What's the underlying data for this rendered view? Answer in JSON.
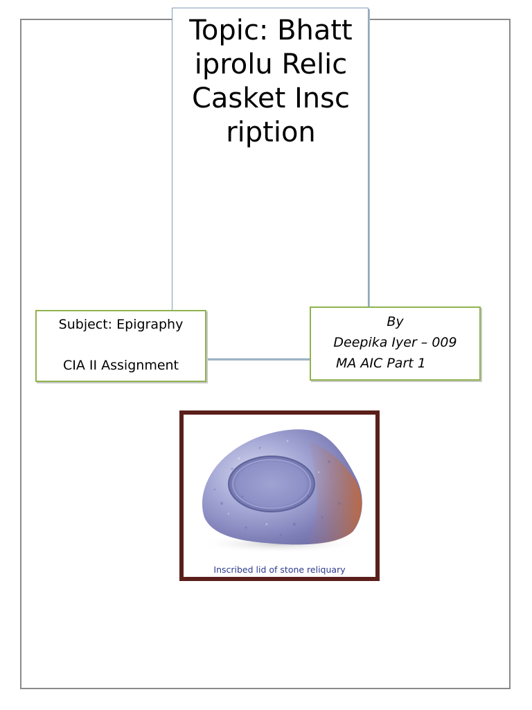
{
  "title": {
    "text": "Topic: Bhattiprolu Relic Casket Inscription"
  },
  "subject_box": {
    "subject": "Subject: Epigraphy",
    "assignment": "CIA II Assignment"
  },
  "author_box": {
    "by": "By",
    "name": "Deepika Iyer – 009",
    "course": "MA AIC Part 1"
  },
  "figure": {
    "caption": "Inscribed lid of stone reliquary"
  },
  "colors": {
    "page_border": "#8a8a8a",
    "title_border": "#7f9db9",
    "info_border": "#8fb34e",
    "image_frame": "#5a1f1a",
    "caption": "#2c3a8c"
  }
}
